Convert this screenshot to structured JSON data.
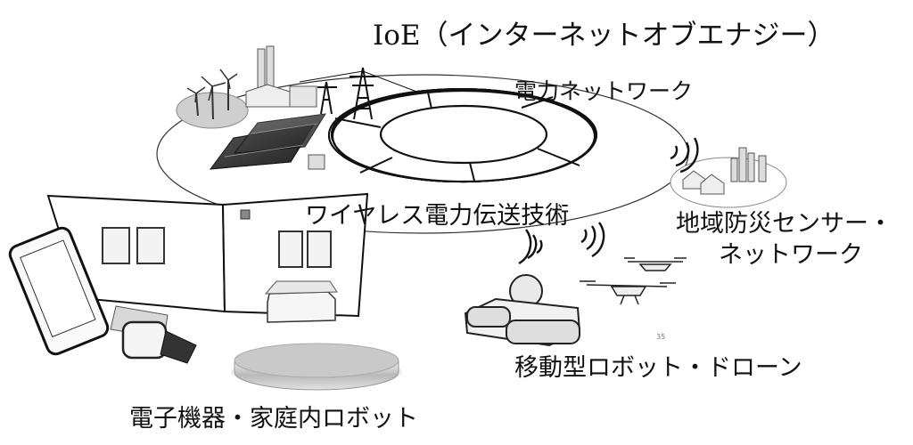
{
  "title": "IoE（インターネットオブエナジー）",
  "labels": {
    "power_network": "電力ネットワーク",
    "wireless_power": "ワイヤレス電力伝送技術",
    "sensor_network_line1": "地域防災センサー・",
    "sensor_network_line2": "ネットワーク",
    "mobile_robot": "移動型ロボット・ドローン",
    "electronics": "電子機器・家庭内ロボット"
  },
  "page_number": "35"
}
